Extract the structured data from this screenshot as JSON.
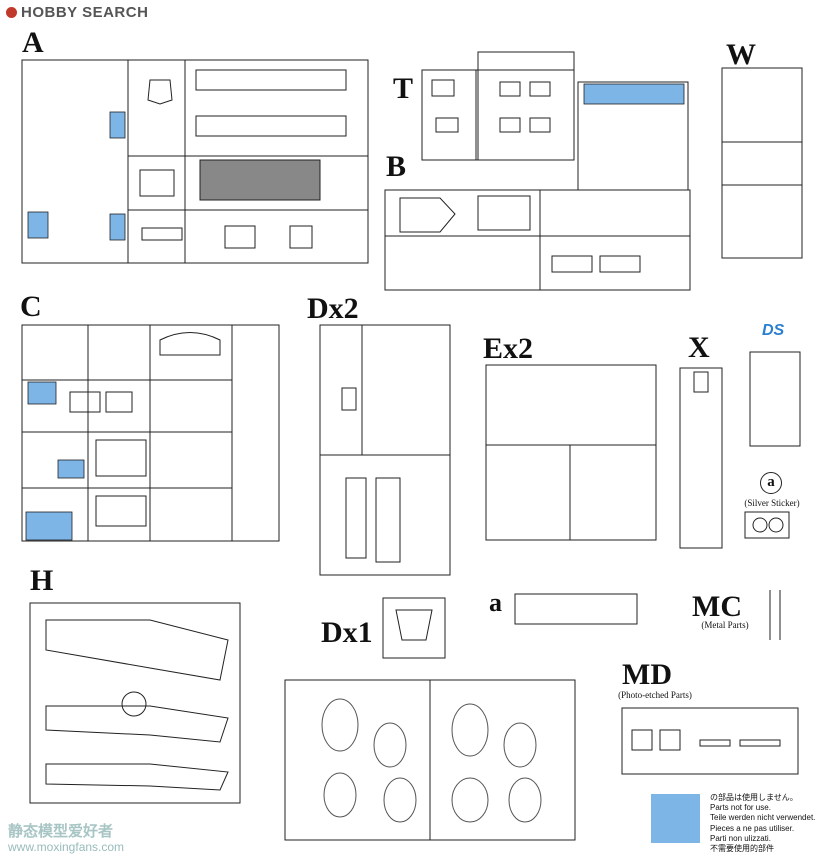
{
  "site": {
    "logo_text": "HOBBY SEARCH",
    "watermark": "静态模型爱好者",
    "watermark_url": "www.moxingfans.com"
  },
  "sprues": {
    "A": "A",
    "T": "T",
    "W": "W",
    "B": "B",
    "C": "C",
    "Dx2": "Dx2",
    "Ex2": "Ex2",
    "X": "X",
    "H": "H",
    "a": "a",
    "MC": "MC",
    "Dx1": "Dx1",
    "MD": "MD"
  },
  "captions": {
    "silver_sticker": "(Silver Sticker)",
    "metal_parts": "(Metal Parts)",
    "photo_etched": "(Photo-etched Parts)",
    "sticker_letter": "a",
    "ds_mark": "DS"
  },
  "legend": {
    "color": "#7db6e6",
    "lines": [
      "の部品は使用しません。",
      "Parts not for use.",
      "Teile werden nicht verwendet.",
      "Pieces a ne pas utiliser.",
      "Parti non ulizzati.",
      "不需要使用的部件"
    ]
  },
  "highlight_color": "#7db6e6"
}
